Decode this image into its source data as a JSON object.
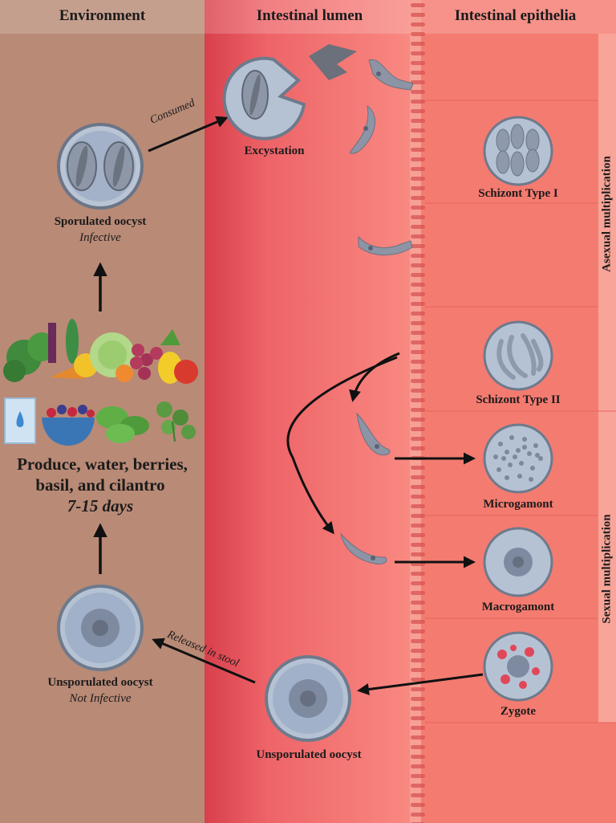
{
  "headers": {
    "environment": "Environment",
    "lumen": "Intestinal lumen",
    "epithelia": "Intestinal epithelia"
  },
  "side_labels": {
    "asexual": "Asexual multiplication",
    "sexual": "Sexual multiplication"
  },
  "labels": {
    "consumed": "Consumed",
    "excystation": "Excystation",
    "sporulated": "Sporulated oocyst",
    "infective": "Infective",
    "produce_line1": "Produce, water, berries,",
    "produce_line2": "basil, and cilantro",
    "days": "7-15 days",
    "unsporulated_env": "Unsporulated oocyst",
    "not_infective": "Not Infective",
    "released": "Released in stool",
    "unsporulated_lumen": "Unsporulated oocyst",
    "schizont1": "Schizont Type I",
    "schizont2": "Schizont Type II",
    "microgamont": "Microgamont",
    "macrogamont": "Macrogamont",
    "zygote": "Zygote"
  },
  "colors": {
    "environment_bg": "#b98a76",
    "lumen_bg": "#f06868",
    "epithelia_bg": "#f57a6e",
    "cell_fill": "#9fb3cf",
    "cell_stroke": "#5d6d86",
    "parasite": "#8d8f9b",
    "red_spot": "#e0485a"
  }
}
